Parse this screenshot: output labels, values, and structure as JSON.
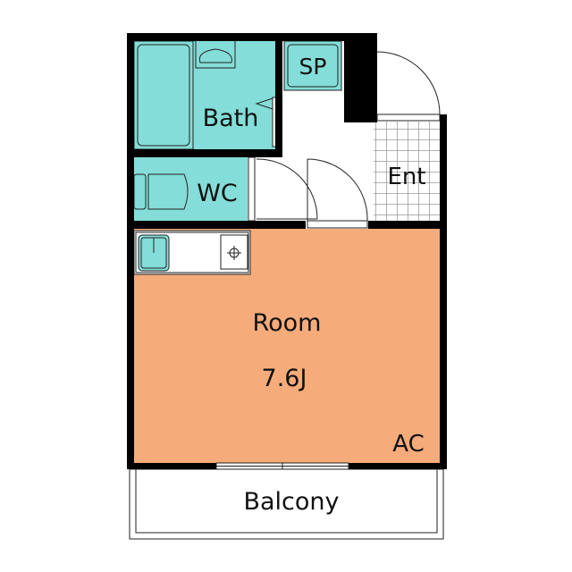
{
  "rooms": {
    "bath": "Bath",
    "sp": "SP",
    "wc": "WC",
    "ent": "Ent",
    "room": "Room",
    "room_size": "7.6J",
    "ac": "AC",
    "balcony": "Balcony"
  },
  "colors": {
    "wet_area": "#84ddd8",
    "room_floor": "#f5ac7a",
    "wall": "#000000"
  }
}
